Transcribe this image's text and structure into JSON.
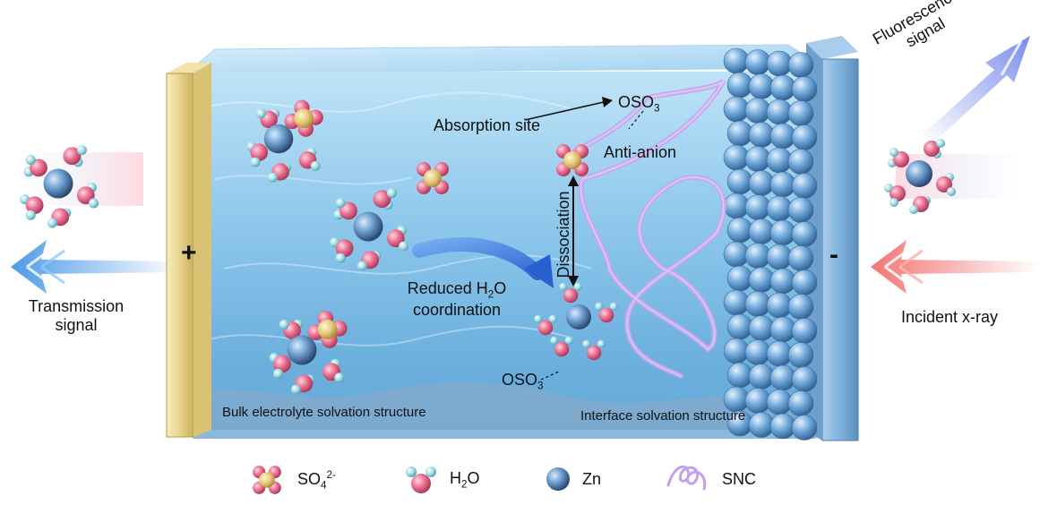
{
  "labels": {
    "transmission_line1": "Transmission",
    "transmission_line2": "signal",
    "fluorescence_line1": "Fluorescence",
    "fluorescence_line2": "signal",
    "incident": "Incident x-ray",
    "absorption_site": "Absorption site",
    "oso3_top": "OSO",
    "oso3_top_sub": "3",
    "anti_anion": "Anti-anion",
    "dissociation": "Dissociation",
    "reduced_line1_a": "Reduced H",
    "reduced_line1_sub": "2",
    "reduced_line1_b": "O",
    "reduced_line2": "coordination",
    "oso3_bottom": "OSO",
    "oso3_bottom_sub": "3",
    "bulk": "Bulk electrolyte solvation structure",
    "interface": "Interface solvation structure",
    "plus": "+",
    "minus": "-"
  },
  "legend": {
    "so4": "SO",
    "so4_sub": "4",
    "so4_sup": "2-",
    "h2o_a": "H",
    "h2o_sub": "2",
    "h2o_b": "O",
    "zn": "Zn",
    "snc": "SNC"
  },
  "colors": {
    "electrolyte": "#8fc9ec",
    "electrolyte_dark": "#4f9fd6",
    "positive_electrode": "#e8d68a",
    "negative_electrode": "#7fb2dc",
    "zn_ball": "#5b8fc0",
    "so4_center": "#e6c775",
    "oxygen_red": "#e86d8c",
    "hydrogen_cyan": "#8fd3de",
    "snc_purple": "#b48be0",
    "transmission_arrow": "#5aa8ec",
    "fluorescence_arrow": "#6f7fe8",
    "incident_arrow": "#f07070"
  }
}
